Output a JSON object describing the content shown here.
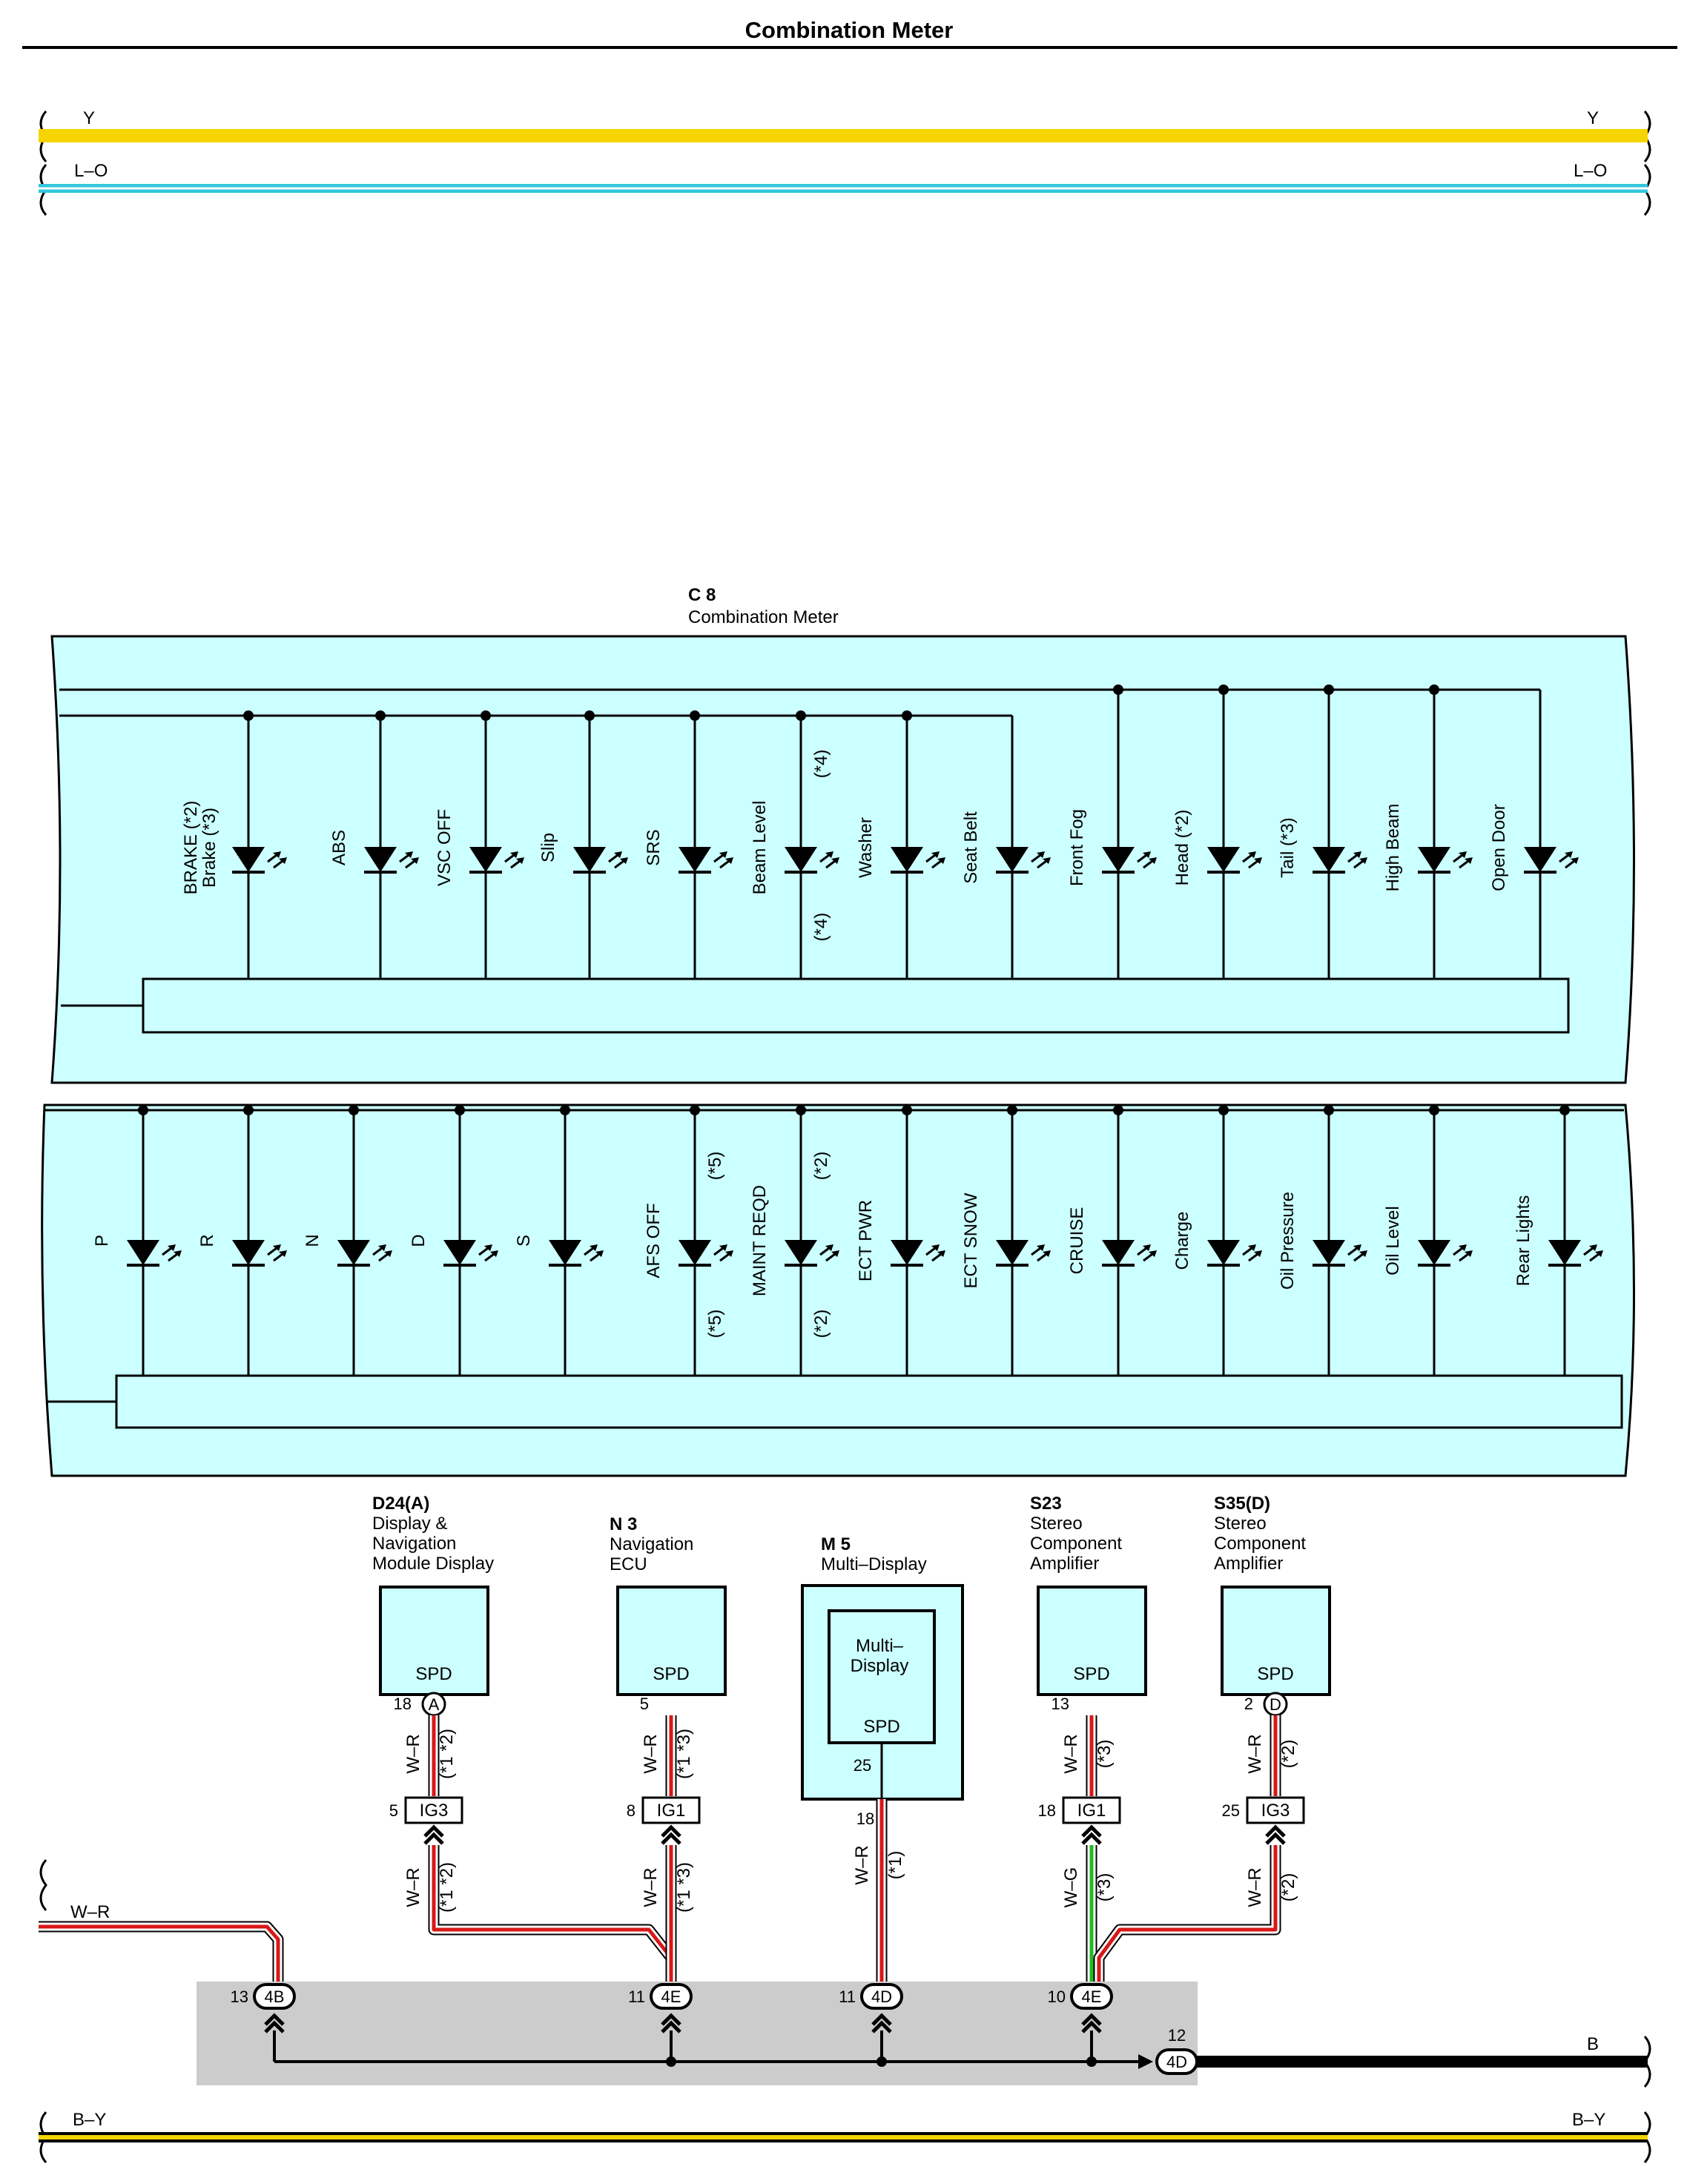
{
  "page": {
    "title": "Combination Meter"
  },
  "colors": {
    "Y": "#f5d400",
    "L-O": "#33c6dd",
    "W-R": "#d81818",
    "W-G": "#22bb22",
    "B": "#000000",
    "B-Y": "#f5d400",
    "meter_fill": "#ccffff",
    "junction_shade": "#cccccc"
  },
  "wires_top": [
    {
      "code": "Y",
      "color": "#f5d400"
    },
    {
      "code": "L–O",
      "color": "#33c6dd"
    }
  ],
  "meter": {
    "code": "C 8",
    "name": "Combination Meter",
    "row1": [
      {
        "lines": [
          "BRAKE (*2)",
          "Brake (*3)"
        ]
      },
      {
        "lines": [
          "ABS"
        ]
      },
      {
        "lines": [
          "VSC OFF"
        ]
      },
      {
        "lines": [
          "Slip"
        ]
      },
      {
        "lines": [
          "SRS"
        ]
      },
      {
        "lines": [
          "Beam Level"
        ],
        "note": "(*4)"
      },
      {
        "lines": [
          "Washer"
        ]
      },
      {
        "lines": [
          "Seat Belt"
        ]
      },
      {
        "lines": [
          "Front Fog"
        ]
      },
      {
        "lines": [
          "Head (*2)"
        ]
      },
      {
        "lines": [
          "Tail (*3)"
        ]
      },
      {
        "lines": [
          "High Beam"
        ]
      },
      {
        "lines": [
          "Open Door"
        ]
      }
    ],
    "row2": [
      {
        "lines": [
          "P"
        ]
      },
      {
        "lines": [
          "R"
        ]
      },
      {
        "lines": [
          "N"
        ]
      },
      {
        "lines": [
          "D"
        ]
      },
      {
        "lines": [
          "S"
        ]
      },
      {
        "lines": [
          "AFS OFF"
        ],
        "note": "(*5)"
      },
      {
        "lines": [
          "MAINT REQD"
        ],
        "note": "(*2)"
      },
      {
        "lines": [
          "ECT PWR"
        ]
      },
      {
        "lines": [
          "ECT SNOW"
        ]
      },
      {
        "lines": [
          "CRUISE"
        ]
      },
      {
        "lines": [
          "Charge"
        ]
      },
      {
        "lines": [
          "Oil Pressure"
        ]
      },
      {
        "lines": [
          "Oil Level"
        ]
      },
      {
        "lines": [
          "Rear Lights"
        ]
      }
    ]
  },
  "modules": [
    {
      "id": "D24(A)",
      "name_lines": [
        "Display &",
        "Navigation",
        "Module Display"
      ],
      "terminal": "SPD",
      "pin": "18",
      "connector": "A",
      "upper_wire": "W–R",
      "upper_note": "(*1 *2)",
      "ig_pin": "5",
      "ig": "IG3",
      "lower_wire": "W–R",
      "lower_note": "(*1 *2)"
    },
    {
      "id": "N 3",
      "name_lines": [
        "Navigation",
        "ECU"
      ],
      "terminal": "SPD",
      "pin": "5",
      "connector": "",
      "upper_wire": "W–R",
      "upper_note": "(*1 *3)",
      "ig_pin": "8",
      "ig": "IG1",
      "lower_wire": "W–R",
      "lower_note": "(*1 *3)"
    },
    {
      "id": "M 5",
      "name_lines": [
        "Multi–Display"
      ],
      "inner_lines": [
        "Multi–",
        "Display"
      ],
      "terminal": "SPD",
      "pin": "25",
      "lower_pin": "18",
      "lower_wire": "W–R",
      "lower_note": "(*1)"
    },
    {
      "id": "S23",
      "name_lines": [
        "Stereo",
        "Component",
        "Amplifier"
      ],
      "terminal": "SPD",
      "pin": "13",
      "connector": "",
      "upper_wire": "W–R",
      "upper_note": "(*3)",
      "ig_pin": "18",
      "ig": "IG1",
      "lower_wire": "W–G",
      "lower_note": "(*3)"
    },
    {
      "id": "S35(D)",
      "name_lines": [
        "Stereo",
        "Component",
        "Amplifier"
      ],
      "terminal": "SPD",
      "pin": "2",
      "connector": "D",
      "upper_wire": "W–R",
      "upper_note": "(*2)",
      "ig_pin": "25",
      "ig": "IG3",
      "lower_wire": "W–R",
      "lower_note": "(*2)"
    }
  ],
  "junction": [
    {
      "pin": "13",
      "connector": "4B"
    },
    {
      "pin": "11",
      "connector": "4E"
    },
    {
      "pin": "11",
      "connector": "4D"
    },
    {
      "pin": "10",
      "connector": "4E"
    },
    {
      "pin": "12",
      "connector": "4D"
    }
  ],
  "wire_in_left": "W–R",
  "wire_out_right": "B",
  "wires_bottom": [
    {
      "code": "B–Y",
      "color": "#f5d400"
    }
  ]
}
